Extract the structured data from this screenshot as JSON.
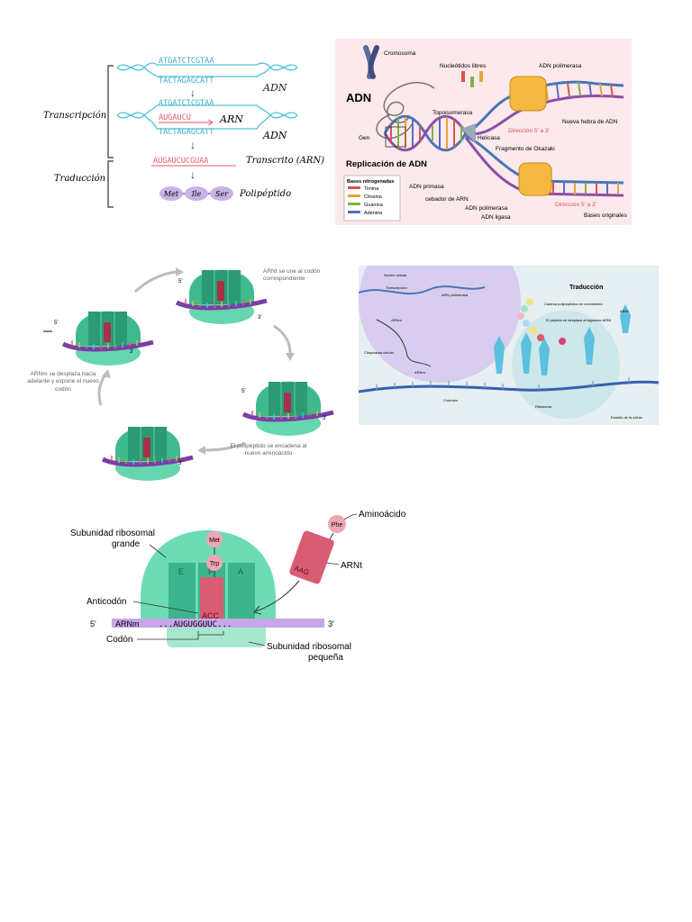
{
  "panel1": {
    "strand_top": "ATGATCTCGTAA",
    "strand_bottom": "TACTAGAGCATT",
    "arn_segment": "AUGAUCU",
    "label_adn_1": "ADN",
    "label_arn": "ARN",
    "label_adn_2": "ADN",
    "transcript_seq": "AUGAUCUCGUAA",
    "label_transcrito": "Transcrito (ARN)",
    "label_transcripcion": "Transcripción",
    "label_traduccion": "Traducción",
    "amino_acids": [
      "Met",
      "Ile",
      "Ser"
    ],
    "label_polipeptido": "Polipéptido"
  },
  "panel2": {
    "title": "ADN",
    "subtitle": "Replicación de ADN",
    "labels": {
      "cromosoma": "Cromosoma",
      "nucleotidos": "Nucleótidos libres",
      "adn_polimerasa_top": "ADN polimerasa",
      "topoisomerasa": "Topoisomerasa",
      "nueva_hebra": "Nueva hebra de ADN",
      "gen": "Gen",
      "helicasa": "Helicasa",
      "direccion_1": "Dirección 5' a 3'",
      "okazaki": "Fragmento de Okazaki",
      "adn_primasa": "ADN primasa",
      "cebador": "cebador de ARN",
      "adn_polimerasa_bottom": "ADN polimerasa",
      "adn_ligasa": "ADN ligasa",
      "direccion_2": "Dirección 5' a 3'",
      "bases_originales": "Bases originales"
    },
    "legend_title": "Bases nitrogenadas",
    "legend": [
      {
        "name": "Timina",
        "color": "#d9534f"
      },
      {
        "name": "Citosina",
        "color": "#e8a23a"
      },
      {
        "name": "Guanina",
        "color": "#7cb342"
      },
      {
        "name": "Adenina",
        "color": "#5c6bc0"
      }
    ]
  },
  "panel3": {
    "site_labels": [
      "E",
      "P",
      "A"
    ],
    "caption_top": "ARNt se une al codón correspondiente",
    "caption_left": "ARNm se desplaza hacia adelante y expone el nuevo codón",
    "caption_bottom": "El polipéptido se encadena al nuevo aminoácido",
    "five_prime": "5'",
    "three_prime": "3'"
  },
  "panel4": {
    "title": "Traducción",
    "labels": {
      "nucleo": "Núcleo celular",
      "transcripcion": "Transcripción",
      "arn_pol": "ARN polimerasa",
      "arnm_1": "ARNm",
      "citoplasma": "Citoplasma celular",
      "cadena": "Cadena polipeptídica en crecimiento",
      "peptido": "El péptido se desplaza al siguiente ARNt",
      "arnm_2": "ARNm",
      "codones": "Codones",
      "ribosoma": "Ribosoma",
      "arnt": "ARNt",
      "credit": "Estudio de la célula"
    }
  },
  "panel5": {
    "subunidad_grande": "Subunidad ribosomal grande",
    "aminoacido": "Aminoácido",
    "arnt": "ARNt",
    "anticodon": "Anticodón",
    "codon": "Codón",
    "subunidad_pequena": "Subunidad ribosomal pequeña",
    "arnm": "ARNm",
    "sequence": "...AUGUGGUUC...",
    "five_prime": "5'",
    "three_prime": "3'",
    "sites": [
      "E",
      "P",
      "A"
    ],
    "met": "Met",
    "trp": "Trp",
    "phe": "Phe",
    "anticodon_seq": "ACC",
    "arnt_anticodon": "AAG"
  }
}
